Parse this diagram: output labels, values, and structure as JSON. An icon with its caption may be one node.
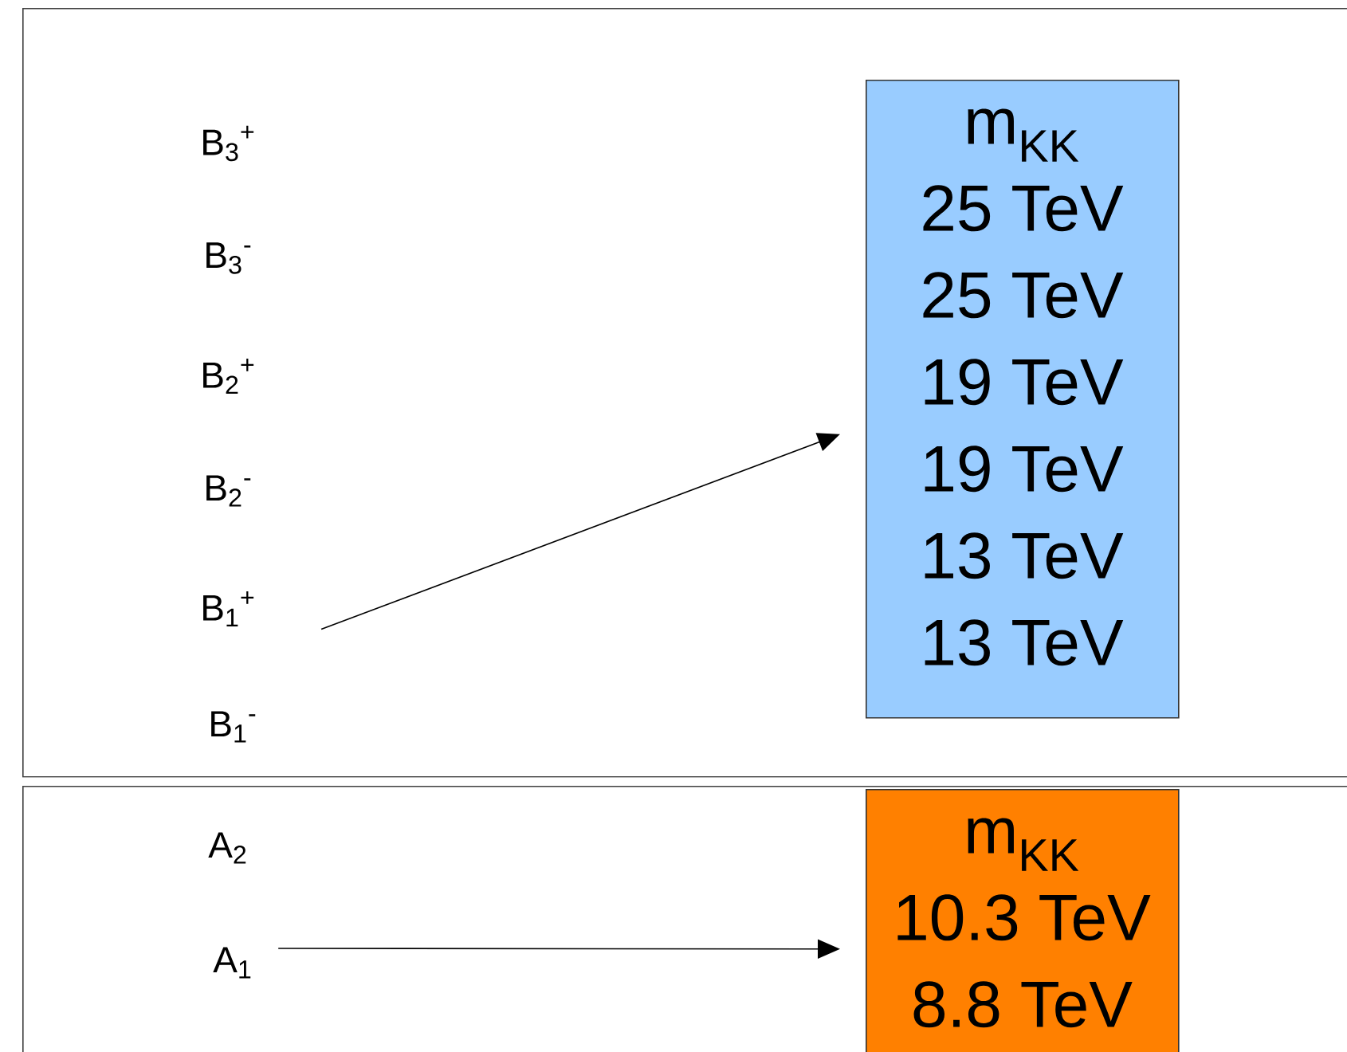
{
  "diagram": {
    "nodes": [
      {
        "text": [],
        "shape": "box"
      },
      {
        "text": [
          "B$_{3}$$^{+}$"
        ],
        "in": 0
      },
      {
        "text": [
          "B$_{3}$$^{-}$"
        ],
        "in": 0
      },
      {
        "text": [
          "B$_{2}$$^{+}$"
        ],
        "in": 0
      },
      {
        "text": [
          "B$_{2}$$^{-}$"
        ],
        "in": 0
      },
      {
        "text": [
          "B$_{1}$$^{+}$"
        ],
        "in": 0
      },
      {
        "text": [
          "B$_{1}$$^{-}$"
        ],
        "in": 0
      },
      {
        "text": [
          "m$_{KK}$",
          "25 TeV",
          "25 TeV",
          "19 TeV",
          "19 TeV",
          "13 TeV",
          "13 TeV"
        ],
        "in": 0
      },
      {
        "text": [],
        "shape": "box"
      },
      {
        "text": [
          "A$_{2}$"
        ],
        "in": 8
      },
      {
        "text": [
          "A$_{1}$"
        ],
        "in": 8
      },
      {
        "text": [
          "m$_{KK}$",
          "10.3 TeV",
          "8.8 TeV"
        ],
        "in": 8
      }
    ],
    "edges": [
      {
        "from": 5,
        "to": 7,
        "arrow": "to"
      },
      {
        "from": 10,
        "to": 11,
        "arrow": "to"
      }
    ]
  }
}
